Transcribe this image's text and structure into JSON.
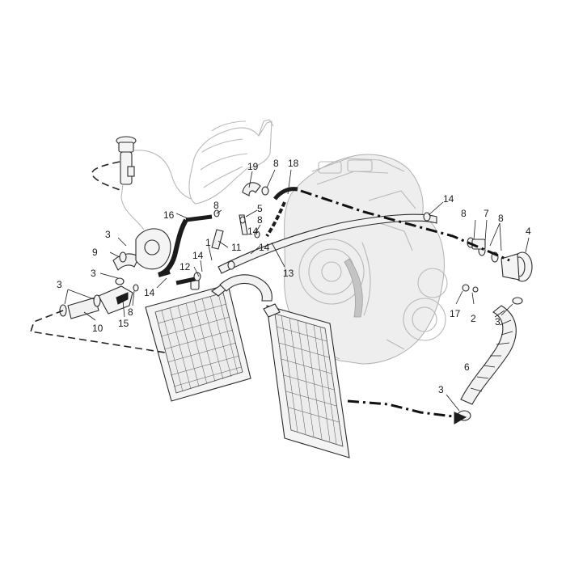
{
  "callouts": [
    {
      "id": "c1",
      "text": "1"
    },
    {
      "id": "c2",
      "text": "2"
    },
    {
      "id": "c3a",
      "text": "3"
    },
    {
      "id": "c3b",
      "text": "3"
    },
    {
      "id": "c3c",
      "text": "3"
    },
    {
      "id": "c3d",
      "text": "3"
    },
    {
      "id": "c3e",
      "text": "3"
    },
    {
      "id": "c4",
      "text": "4"
    },
    {
      "id": "c5",
      "text": "5"
    },
    {
      "id": "c6",
      "text": "6"
    },
    {
      "id": "c7",
      "text": "7"
    },
    {
      "id": "c8a",
      "text": "8"
    },
    {
      "id": "c8b",
      "text": "8"
    },
    {
      "id": "c8c",
      "text": "8"
    },
    {
      "id": "c8d",
      "text": "8"
    },
    {
      "id": "c8e",
      "text": "8"
    },
    {
      "id": "c8f",
      "text": "8"
    },
    {
      "id": "c9",
      "text": "9"
    },
    {
      "id": "c10",
      "text": "10"
    },
    {
      "id": "c11",
      "text": "11"
    },
    {
      "id": "c12",
      "text": "12"
    },
    {
      "id": "c13",
      "text": "13"
    },
    {
      "id": "c14a",
      "text": "14"
    },
    {
      "id": "c14b",
      "text": "14"
    },
    {
      "id": "c14c",
      "text": "14"
    },
    {
      "id": "c14d",
      "text": "14"
    },
    {
      "id": "c14e",
      "text": "14"
    },
    {
      "id": "c15",
      "text": "15"
    },
    {
      "id": "c16",
      "text": "16"
    },
    {
      "id": "c17",
      "text": "17"
    },
    {
      "id": "c18",
      "text": "18"
    },
    {
      "id": "c19",
      "text": "19"
    }
  ]
}
